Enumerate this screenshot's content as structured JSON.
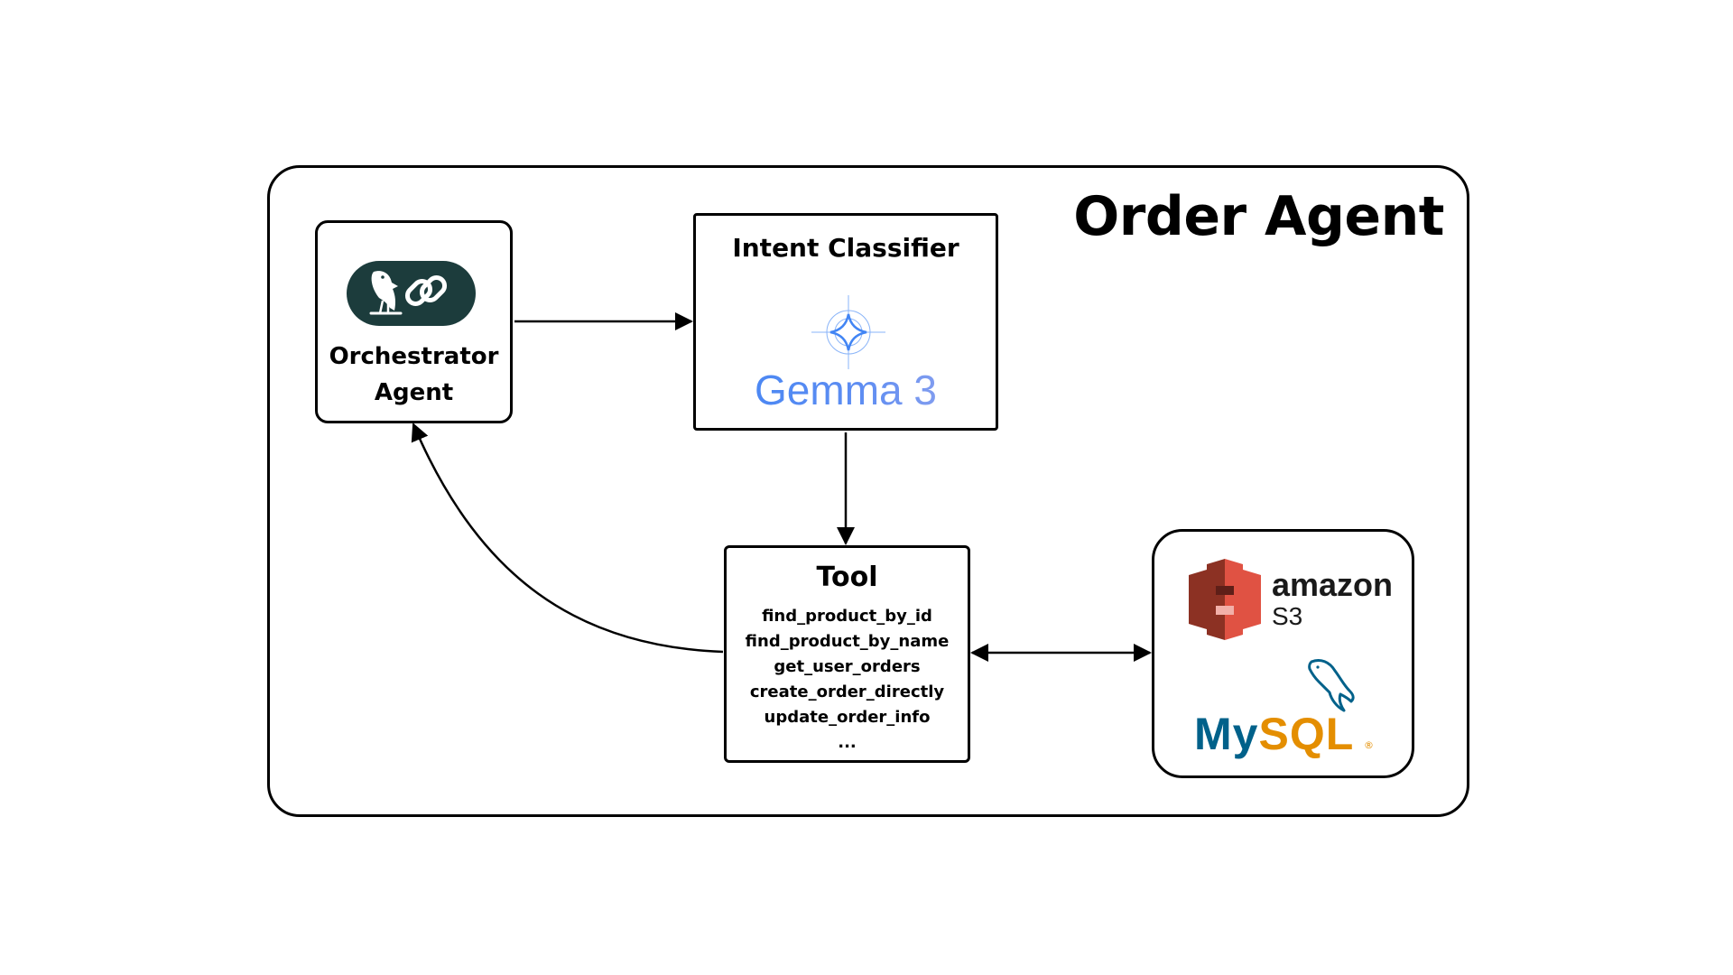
{
  "diagram": {
    "title": "Order Agent",
    "orchestrator": {
      "logo_icon": "parrot-chain-icon",
      "label_line1": "Orchestrator",
      "label_line2": "Agent"
    },
    "intent_classifier": {
      "title": "Intent Classifier",
      "model_icon": "gemma-sparkle-icon",
      "model_name": "Gemma 3"
    },
    "tool": {
      "title": "Tool",
      "functions": [
        "find_product_by_id",
        "find_product_by_name",
        "get_user_orders",
        "create_order_directly",
        "update_order_info",
        "..."
      ]
    },
    "storage": {
      "s3_icon": "amazon-s3-icon",
      "s3_brand": "amazon",
      "s3_product": "S3",
      "mysql_icon": "mysql-dolphin-icon",
      "mysql_part1": "My",
      "mysql_part2": "SQL",
      "mysql_mark": "®"
    },
    "colors": {
      "langchain_bg": "#1c3c3c",
      "gemma_blue": "#4285f4",
      "s3_red": "#e05243",
      "mysql_blue": "#00618a",
      "mysql_orange": "#e48e00"
    }
  }
}
